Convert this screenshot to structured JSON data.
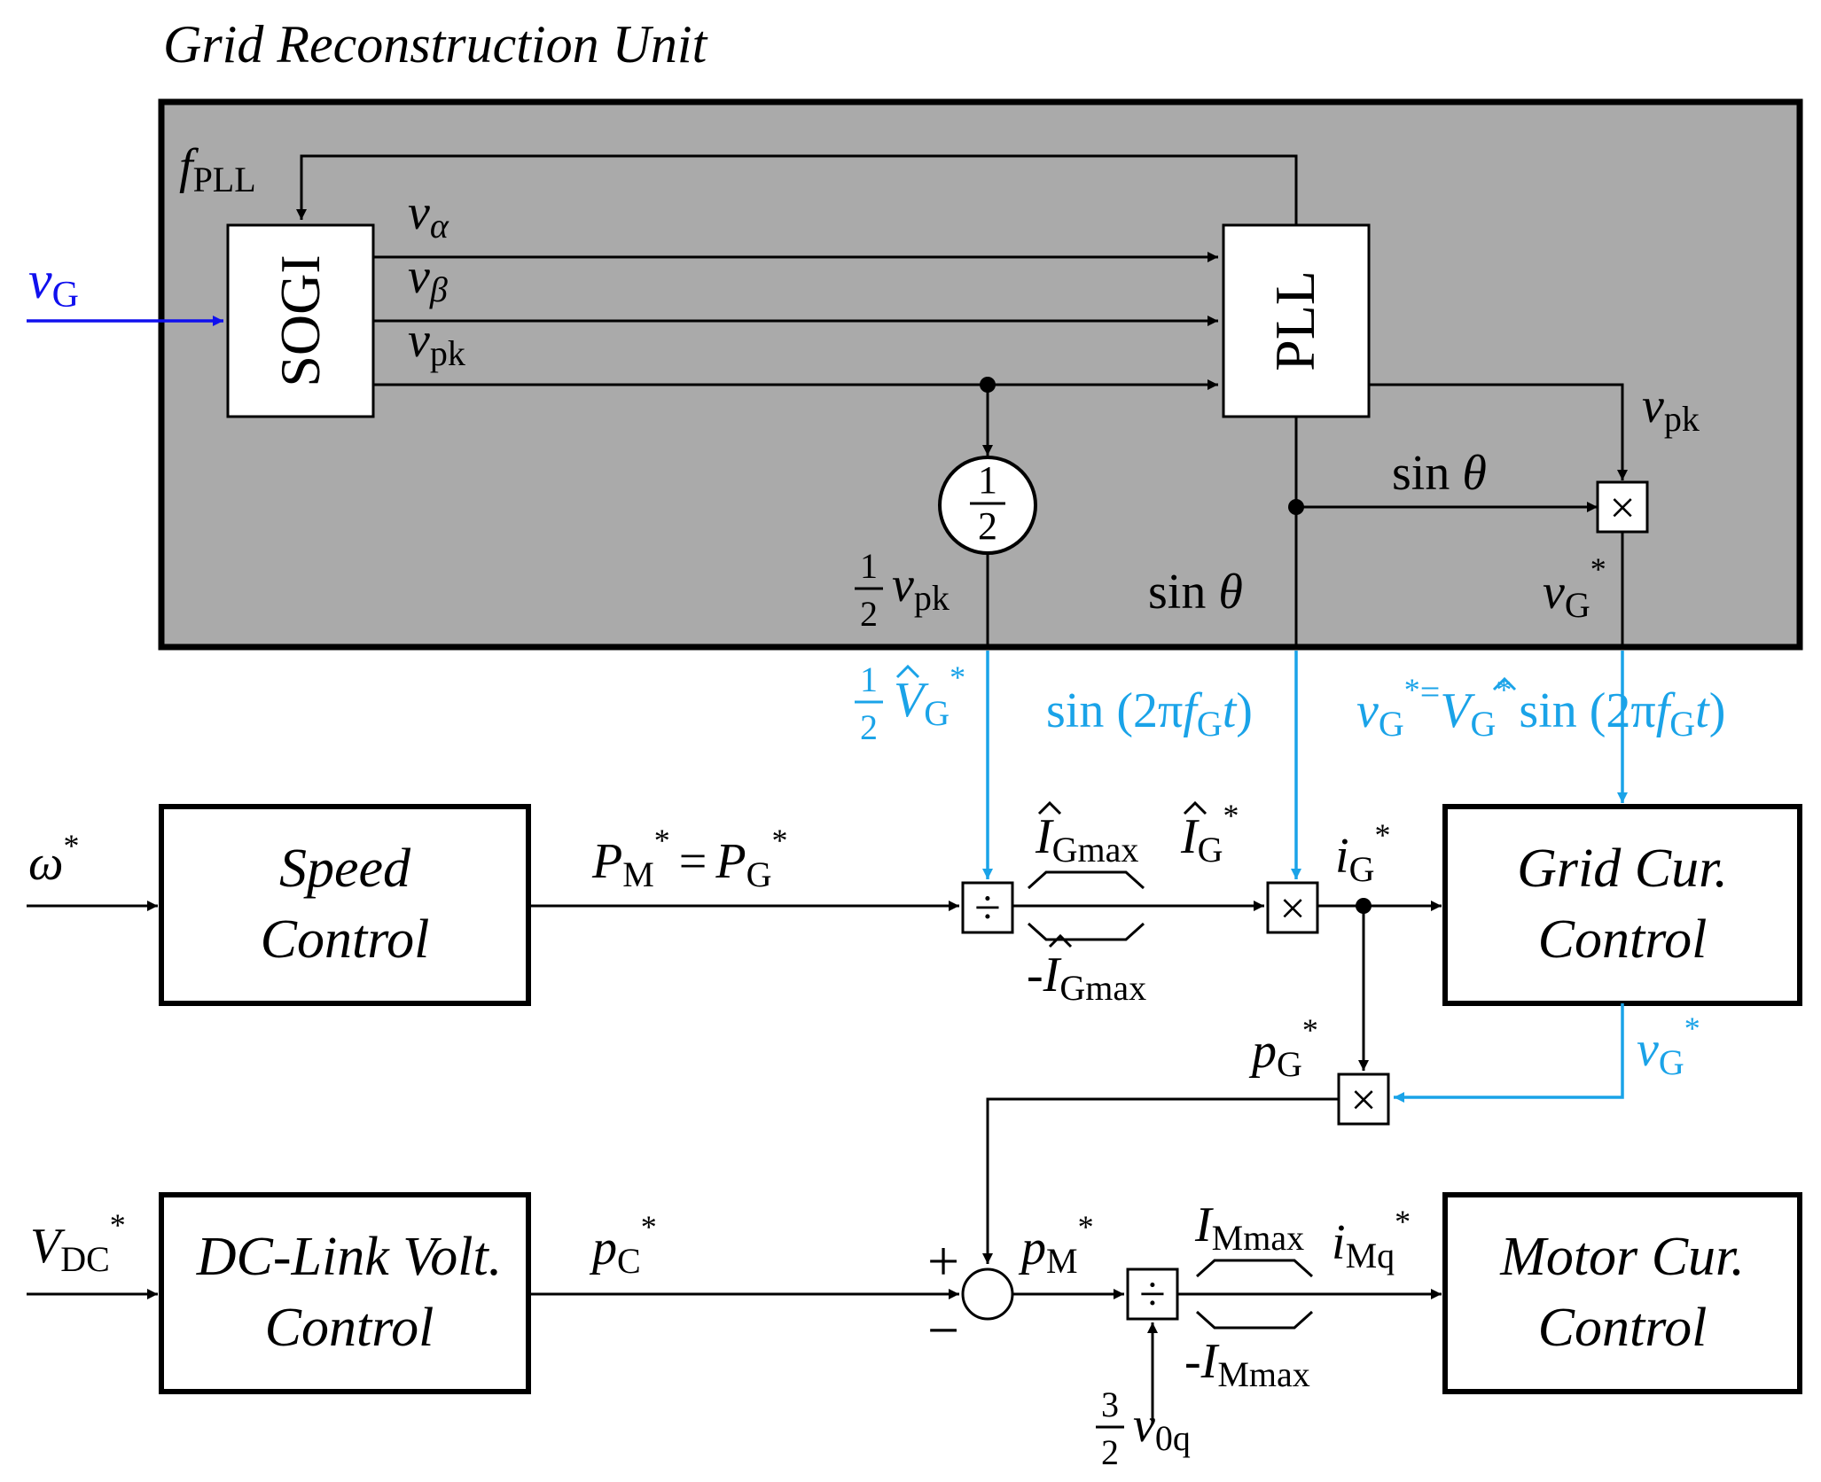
{
  "title": "Grid Reconstruction Unit",
  "blocks": {
    "sogi": "SOGI",
    "pll": "PLL",
    "half": {
      "num": "1",
      "den": "2"
    },
    "speed_control": [
      "Speed",
      "Control"
    ],
    "grid_cur_control": [
      "Grid Cur.",
      "Control"
    ],
    "dc_link_control": [
      "DC-Link Volt.",
      "Control"
    ],
    "motor_cur_control": [
      "Motor Cur.",
      "Control"
    ]
  },
  "operators": {
    "multiply": "×",
    "divide": "÷",
    "plus": "+",
    "minus": "−"
  },
  "signals": {
    "f_pll": {
      "base": "f",
      "sub": "PLL"
    },
    "v_g_in": {
      "base": "v",
      "sub": "G"
    },
    "v_alpha": {
      "base": "v",
      "sub": "α"
    },
    "v_beta": {
      "base": "v",
      "sub": "β"
    },
    "v_pk": {
      "base": "v",
      "sub": "pk"
    },
    "v_pk_right": {
      "base": "v",
      "sub": "pk"
    },
    "sin_theta_right": {
      "fn": "sin",
      "arg": "θ"
    },
    "sin_theta_bottom": {
      "fn": "sin",
      "arg": "θ"
    },
    "half_v_pk": {
      "frac_num": "1",
      "frac_den": "2",
      "base": "v",
      "sub": "pk"
    },
    "v_g_star_inner": {
      "base": "v",
      "sub": "G",
      "sup": "*"
    },
    "half_vhat_g_star": {
      "frac_num": "1",
      "frac_den": "2",
      "base": "V",
      "sub": "G",
      "sup": "*"
    },
    "sin_2pi_fg_t": {
      "fn": "sin",
      "open": "(2π",
      "f": "f",
      "f_sub": "G",
      "t": "t",
      "close": ")"
    },
    "v_g_star_eq": {
      "lhs": "v",
      "lhs_sub": "G",
      "lhs_sup": "*",
      "eq": "=",
      "rhs": "V",
      "rhs_sub": "G",
      "rhs_sup": "*",
      "fn": "sin",
      "open": "(2π",
      "f": "f",
      "f_sub": "G",
      "t": "t",
      "close": ")"
    },
    "omega_star": {
      "base": "ω",
      "sup": "*"
    },
    "pm_eq_pg": {
      "lhs": "P",
      "lhs_sub": "M",
      "lhs_sup": "*",
      "eq": "=",
      "rhs": "P",
      "rhs_sub": "G",
      "rhs_sup": "*"
    },
    "i_gmax": {
      "base": "I",
      "sub": "Gmax"
    },
    "neg_i_gmax": {
      "prefix": "-",
      "base": "I",
      "sub": "Gmax"
    },
    "ihat_g_star": {
      "base": "I",
      "sub": "G",
      "sup": "*"
    },
    "i_g_star": {
      "base": "i",
      "sub": "G",
      "sup": "*"
    },
    "v_g_star_out": {
      "base": "v",
      "sub": "G",
      "sup": "*"
    },
    "p_g_star": {
      "base": "p",
      "sub": "G",
      "sup": "*"
    },
    "v_dc_star": {
      "base": "V",
      "sub": "DC",
      "sup": "*"
    },
    "p_c_star": {
      "base": "p",
      "sub": "C",
      "sup": "*"
    },
    "p_m_star": {
      "base": "p",
      "sub": "M",
      "sup": "*"
    },
    "i_mmax": {
      "base": "I",
      "sub": "Mmax"
    },
    "neg_i_mmax": {
      "prefix": "-",
      "base": "I",
      "sub": "Mmax"
    },
    "i_mq_star": {
      "base": "i",
      "sub": "Mq",
      "sup": "*"
    },
    "three_half_v0q": {
      "frac_num": "3",
      "frac_den": "2",
      "base": "v",
      "sub": "0q"
    }
  },
  "colors": {
    "panel": "#aaaaaa",
    "feedforward": "#1aa3e8",
    "input": "#1010ee"
  }
}
